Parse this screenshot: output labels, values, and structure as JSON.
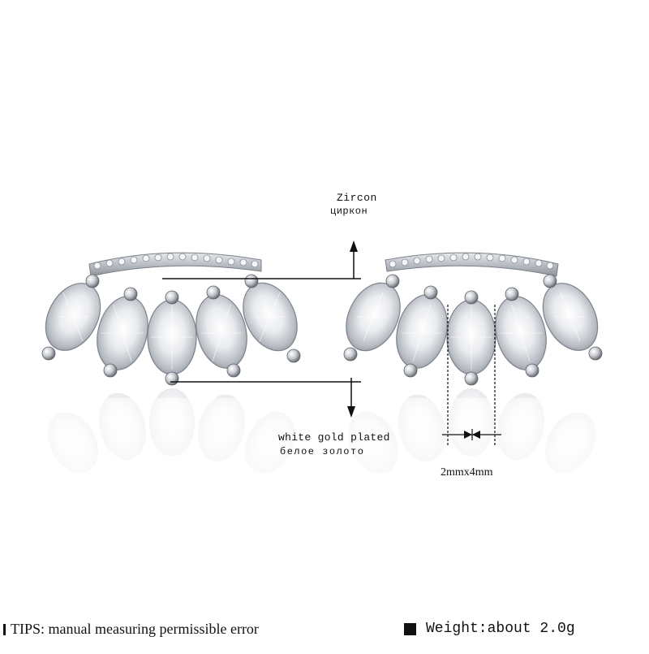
{
  "annotations": {
    "zircon_en": "Zircon",
    "zircon_ru": "циркон",
    "plating_en": "white gold plated",
    "plating_ru": "белое золото",
    "size": "2mmx4mm"
  },
  "footer": {
    "tips": "TIPS: manual measuring permissible error",
    "weight": "Weight:about 2.0g"
  },
  "colors": {
    "background": "#ffffff",
    "metal": "#c8cbd0",
    "text": "#111111"
  }
}
